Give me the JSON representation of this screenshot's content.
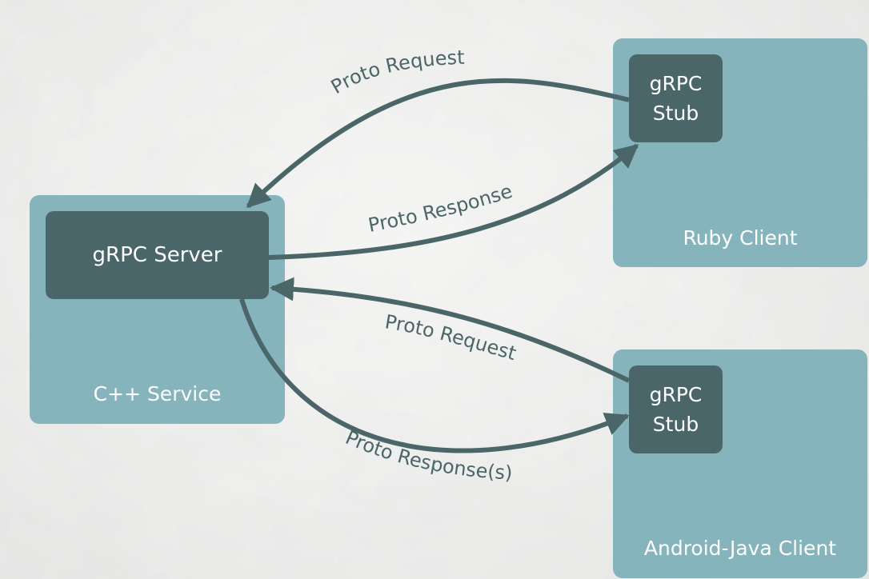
{
  "service": {
    "server_label": "gRPC Server",
    "service_label": "C++ Service"
  },
  "ruby_client": {
    "stub_label": "gRPC\nStub",
    "client_label": "Ruby Client"
  },
  "android_client": {
    "stub_label": "gRPC\nStub",
    "client_label": "Android-Java Client"
  },
  "flows": {
    "ruby_request": "Proto Request",
    "ruby_response": "Proto Response",
    "android_request": "Proto Request",
    "android_response": "Proto Response(s)"
  },
  "colors": {
    "panel": "#86b4bc",
    "inner_box": "#4b6668",
    "arrow": "#4b6668",
    "background": "#efefee"
  }
}
